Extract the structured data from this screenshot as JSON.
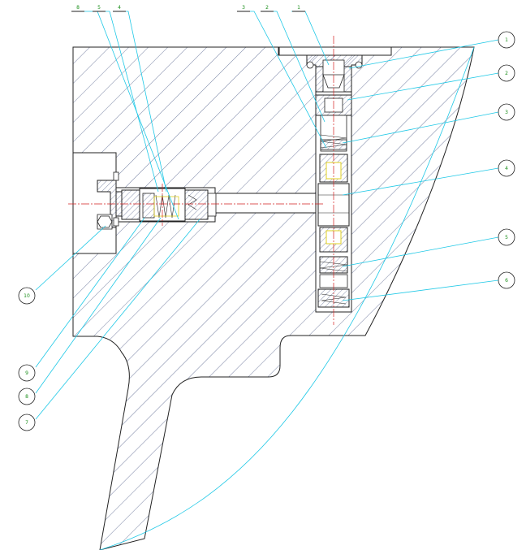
{
  "colors": {
    "outline": "#222222",
    "hatch": "#3a4a7a",
    "leader": "#1ec8e6",
    "center_line": "#d42020",
    "label_text": "#1a8f1a",
    "yellow_part": "#e0d020"
  },
  "top_labels": [
    {
      "id": "t8",
      "text": "8"
    },
    {
      "id": "t5",
      "text": "5"
    },
    {
      "id": "t4",
      "text": "4"
    },
    {
      "id": "t3",
      "text": "3"
    },
    {
      "id": "t2",
      "text": "2"
    },
    {
      "id": "t1",
      "text": "1"
    }
  ],
  "right_bubbles": [
    {
      "id": "r1",
      "text": "1"
    },
    {
      "id": "r2",
      "text": "2"
    },
    {
      "id": "r3",
      "text": "3"
    },
    {
      "id": "r4",
      "text": "4"
    },
    {
      "id": "r5",
      "text": "5"
    },
    {
      "id": "r6",
      "text": "6"
    }
  ],
  "left_bubbles": [
    {
      "id": "l10",
      "text": "10"
    },
    {
      "id": "l9",
      "text": "9"
    },
    {
      "id": "l8",
      "text": "8"
    },
    {
      "id": "l7",
      "text": "7"
    }
  ]
}
